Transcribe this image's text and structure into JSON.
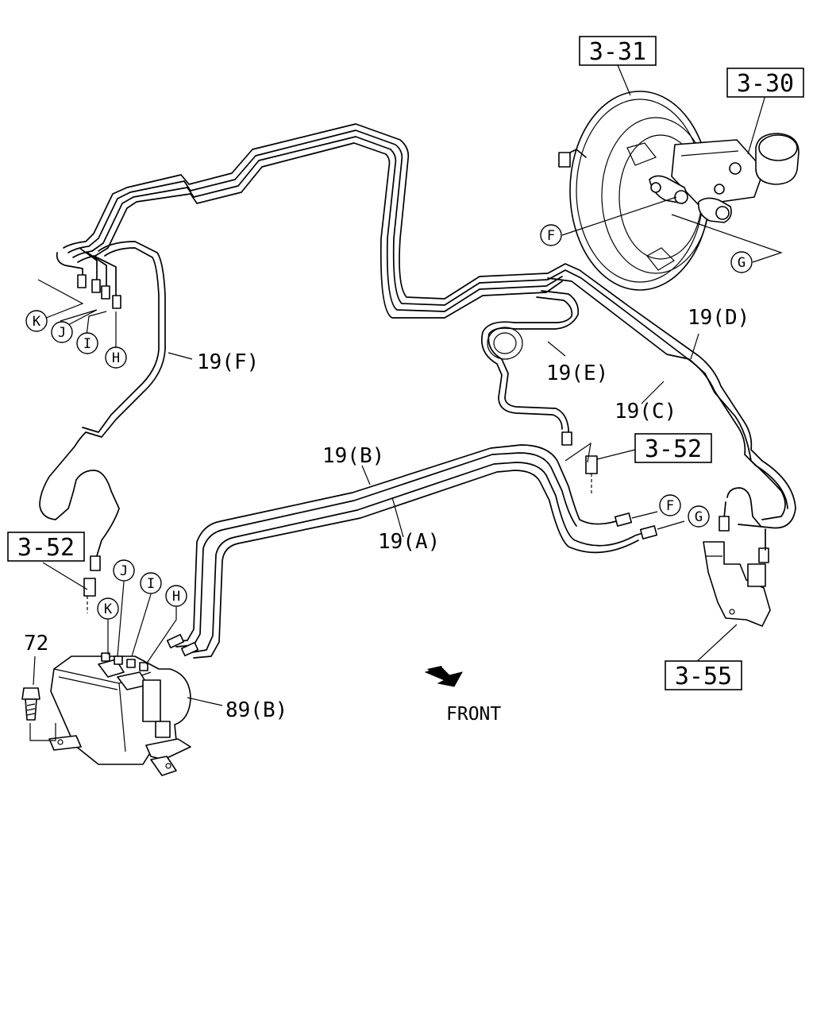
{
  "diagram": {
    "boxed_refs": {
      "ref_3_31": "3-31",
      "ref_3_30": "3-30",
      "ref_3_52_right": "3-52",
      "ref_3_52_left": "3-52",
      "ref_3_55": "3-55"
    },
    "pipe_labels": {
      "pipe_19d": "19(D)",
      "pipe_19e": "19(E)",
      "pipe_19c": "19(C)",
      "pipe_19f": "19(F)",
      "pipe_19b": "19(B)",
      "pipe_19a": "19(A)"
    },
    "part_labels": {
      "bolt_72": "72",
      "unit_89b": "89(B)"
    },
    "connector_letters": {
      "f_master": "F",
      "g_master": "G",
      "k_top": "K",
      "j_top": "J",
      "i_top": "I",
      "h_top": "H",
      "f_mid": "F",
      "g_mid": "G",
      "k_unit": "K",
      "j_unit": "J",
      "i_unit": "I",
      "h_unit": "H"
    },
    "front_label": "FRONT"
  }
}
